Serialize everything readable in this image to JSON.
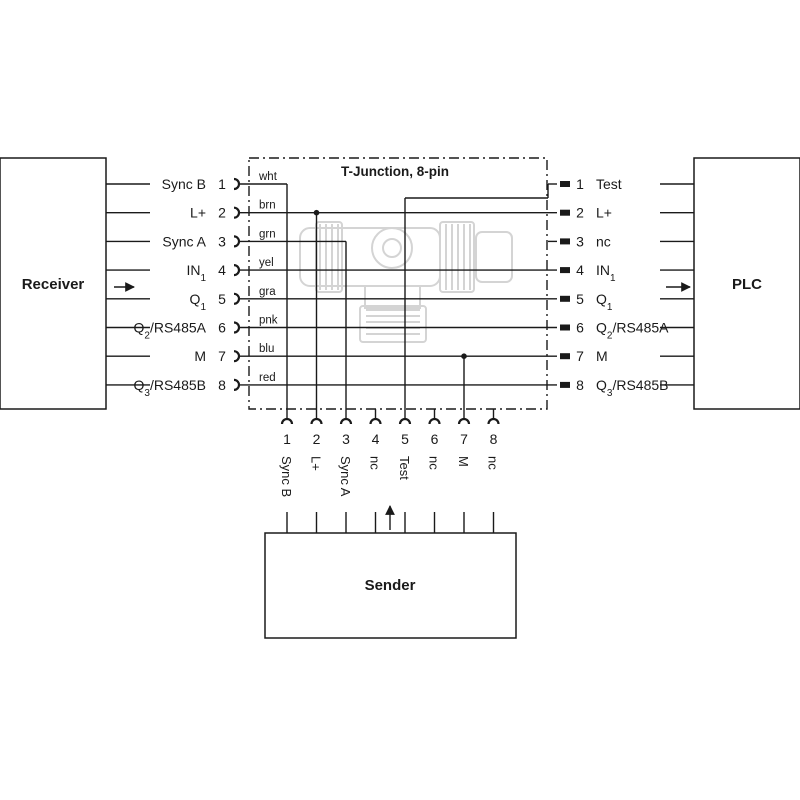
{
  "receiver": {
    "title": "Receiver",
    "pins": [
      {
        "num": "1",
        "label": "Sync B"
      },
      {
        "num": "2",
        "label": "L+"
      },
      {
        "num": "3",
        "label": "Sync A"
      },
      {
        "num": "4",
        "label": "IN",
        "sub": "1"
      },
      {
        "num": "5",
        "label": "Q",
        "sub": "1"
      },
      {
        "num": "6",
        "label": "Q",
        "sub": "2",
        "suffix": "/RS485A"
      },
      {
        "num": "7",
        "label": "M"
      },
      {
        "num": "8",
        "label": "Q",
        "sub": "3",
        "suffix": "/RS485B"
      }
    ]
  },
  "plc": {
    "title": "PLC",
    "pins": [
      {
        "num": "1",
        "label": "Test"
      },
      {
        "num": "2",
        "label": "L+"
      },
      {
        "num": "3",
        "label": "nc"
      },
      {
        "num": "4",
        "label": "IN",
        "sub": "1"
      },
      {
        "num": "5",
        "label": "Q",
        "sub": "1"
      },
      {
        "num": "6",
        "label": "Q",
        "sub": "2",
        "suffix": "/RS485A"
      },
      {
        "num": "7",
        "label": "M"
      },
      {
        "num": "8",
        "label": "Q",
        "sub": "3",
        "suffix": "/RS485B"
      }
    ]
  },
  "t_junction": {
    "title": "T-Junction, 8-pin",
    "wire_colors": [
      "wht",
      "brn",
      "grn",
      "yel",
      "gra",
      "pnk",
      "blu",
      "red"
    ]
  },
  "sender": {
    "title": "Sender",
    "pins": [
      {
        "num": "1",
        "label": "Sync B"
      },
      {
        "num": "2",
        "label": "L+"
      },
      {
        "num": "3",
        "label": "Sync A"
      },
      {
        "num": "4",
        "label": "nc"
      },
      {
        "num": "5",
        "label": "Test"
      },
      {
        "num": "6",
        "label": "nc"
      },
      {
        "num": "7",
        "label": "M"
      },
      {
        "num": "8",
        "label": "nc"
      }
    ]
  },
  "colors": {
    "line": "#1a1a1a",
    "connector_ghost": "#d4d4d4"
  }
}
